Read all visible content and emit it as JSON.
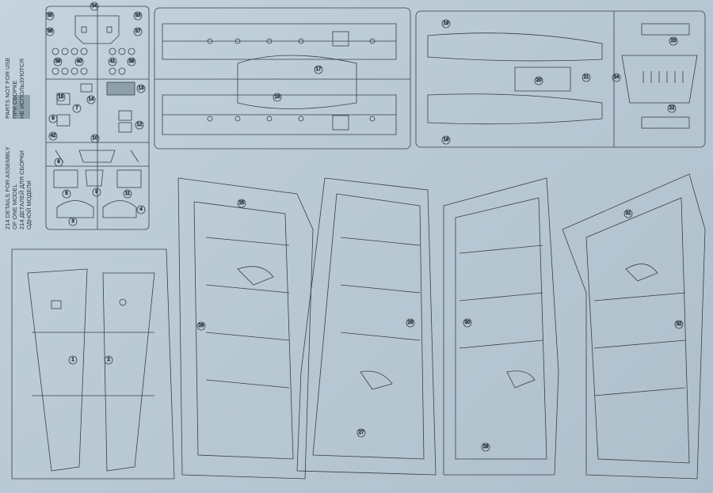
{
  "notes": {
    "not_for_use": [
      "PARTS NOT FOR USE",
      "ПРИ СБОРКЕ",
      "НЕ ИСПОЛЬЗУЮТСЯ"
    ],
    "details": [
      "214 DETAILS FOR ASSEMBLY",
      "OF ONE MODEL",
      "214 ДЕТАЛЕЙ ДЛЯ СБОРКИ",
      "ОДНОЙ МОДЕЛИ"
    ]
  },
  "colors": {
    "background": "#b9c9d4",
    "line": "#34404c",
    "swatch": "#8fa0ad"
  },
  "labels": {
    "s01": "1",
    "s02": "2",
    "s03": "3",
    "s04": "4",
    "s05": "5",
    "s06": "6",
    "s07": "7",
    "s08": "8",
    "s09": "9",
    "s10": "10",
    "s11": "11",
    "s12": "12",
    "s13": "13",
    "s14": "14",
    "s15": "15",
    "s16": "16",
    "s17": "17",
    "s18": "18",
    "s19": "19",
    "s20": "20",
    "s21": "21",
    "s22": "22",
    "s23": "23",
    "s24": "24",
    "s25": "25",
    "s26": "26",
    "s27": "27",
    "s28": "28",
    "s29": "29",
    "s30": "30",
    "s31": "31",
    "s32": "32",
    "s33": "33",
    "s34": "34",
    "s35": "35",
    "s36": "36",
    "s37": "37",
    "s38": "38",
    "s39": "39",
    "s40": "40",
    "s41": "41",
    "s42": "42"
  }
}
